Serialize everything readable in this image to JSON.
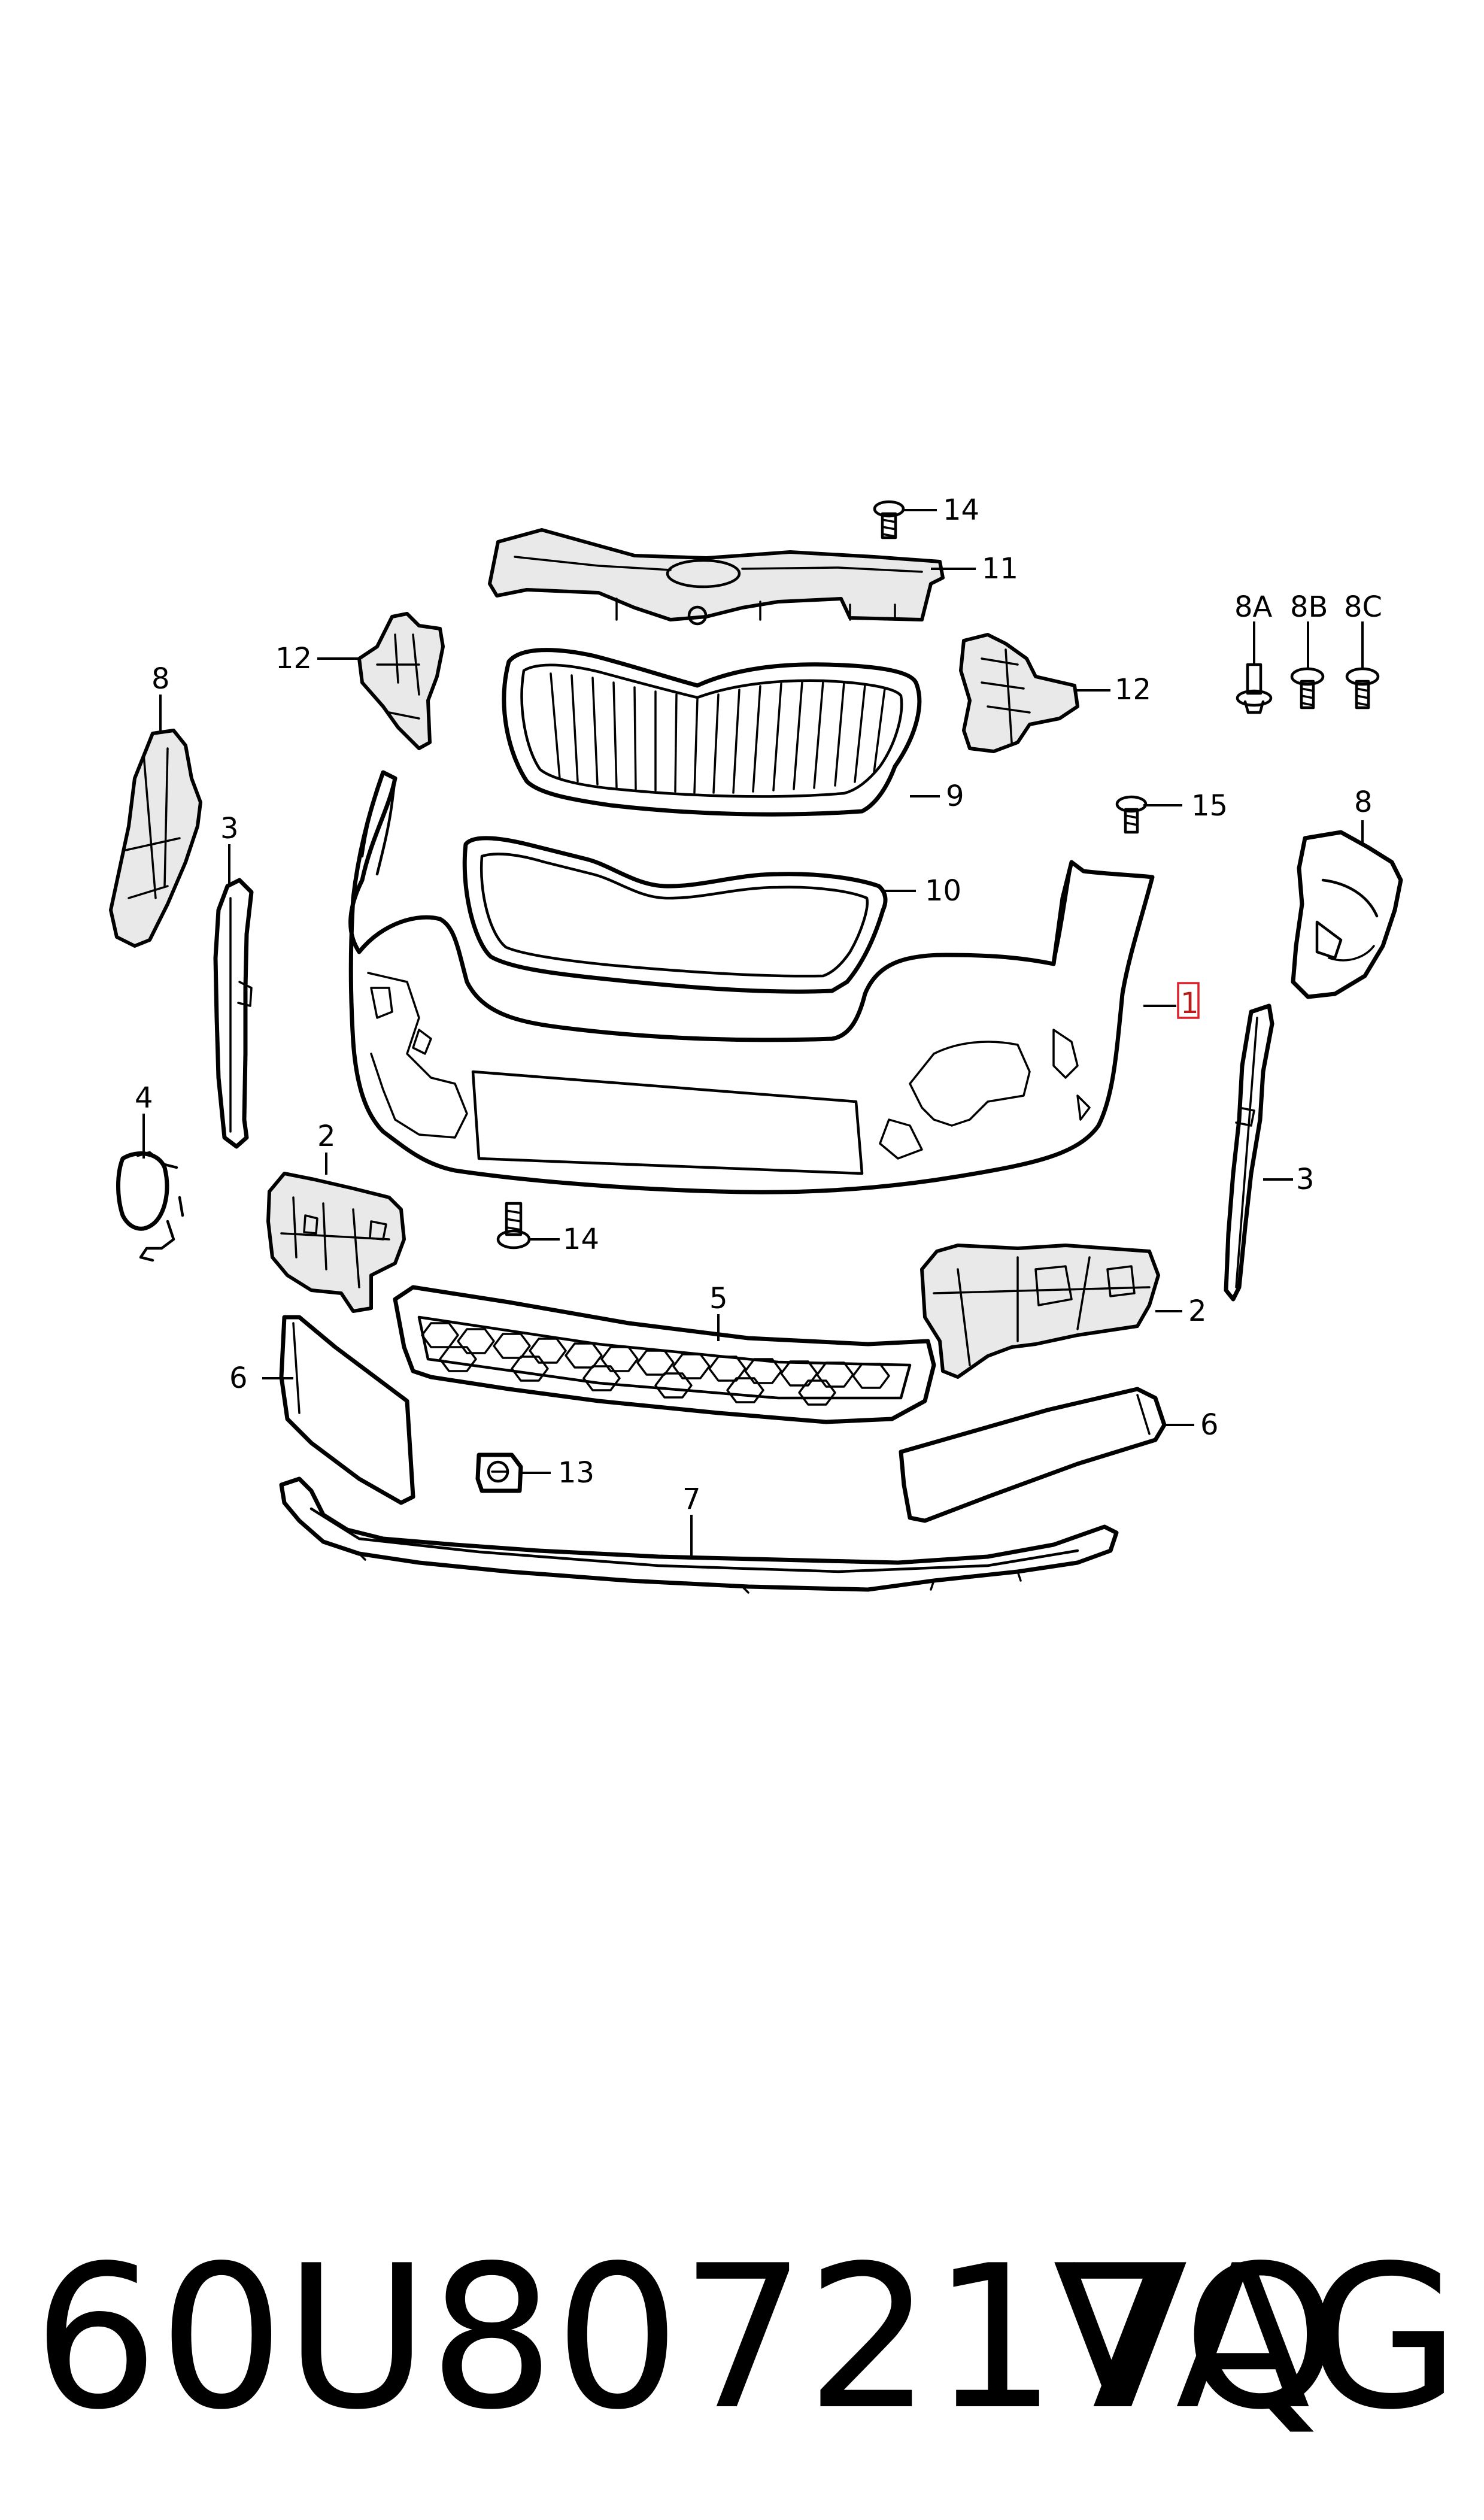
{
  "callouts": {
    "c1": "1",
    "c2_left": "2",
    "c2_right": "2",
    "c3_left": "3",
    "c3_right": "3",
    "c4": "4",
    "c5": "5",
    "c6_left": "6",
    "c6_right": "6",
    "c7": "7",
    "c8_left": "8",
    "c8_right": "8",
    "c8A": "8A",
    "c8B": "8B",
    "c8C": "8C",
    "c9": "9",
    "c10": "10",
    "c11": "11",
    "c12_left": "12",
    "c12_right": "12",
    "c13": "13",
    "c14_top": "14",
    "c14_mid": "14",
    "c15": "15"
  },
  "highlight_color": "#d8202a",
  "footer": {
    "part_number": "60U807217Q",
    "brand": "VAG"
  }
}
